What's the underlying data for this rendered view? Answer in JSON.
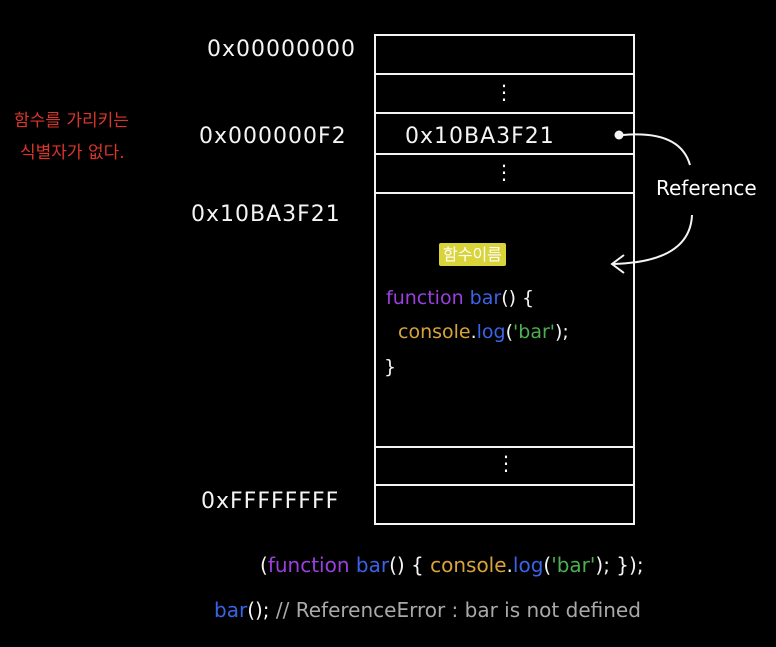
{
  "addresses": {
    "top": "0x00000000",
    "ref_slot": "0x000000F2",
    "func_start": "0x10BA3F21",
    "bottom": "0xFFFFFFFF"
  },
  "memory": {
    "stored_value": "0x10BA3F21",
    "ellipsis": "⋮"
  },
  "side_note": {
    "line1": "함수를 가리키는",
    "line2": "식별자가 없다."
  },
  "reference_label": "Reference",
  "function_name_badge": "함수이름",
  "inner_code": {
    "kw_function": "function",
    "name": "bar",
    "parens_brace": "() {",
    "console": "console",
    "dot": ".",
    "log": "log",
    "open_paren": "(",
    "str_bar": "'bar'",
    "close": ");",
    "close_brace": "}"
  },
  "bottom_code": {
    "open": "(",
    "kw_function": "function",
    "name": "bar",
    "parens_brace": "() {",
    "console": "console",
    "dot": ".",
    "log": "log",
    "open_paren": "(",
    "str_bar": "'bar'",
    "close": "); });",
    "call_name": "bar",
    "call_rest": "();",
    "comment": "// ReferenceError : bar is not defined"
  },
  "colors": {
    "keyword": "#9b3fe0",
    "identifier": "#3a63e8",
    "console": "#d8a43a",
    "string": "#4caf50",
    "note": "#d9352b",
    "badge": "#d9d43a",
    "comment": "#a9a9a9"
  }
}
